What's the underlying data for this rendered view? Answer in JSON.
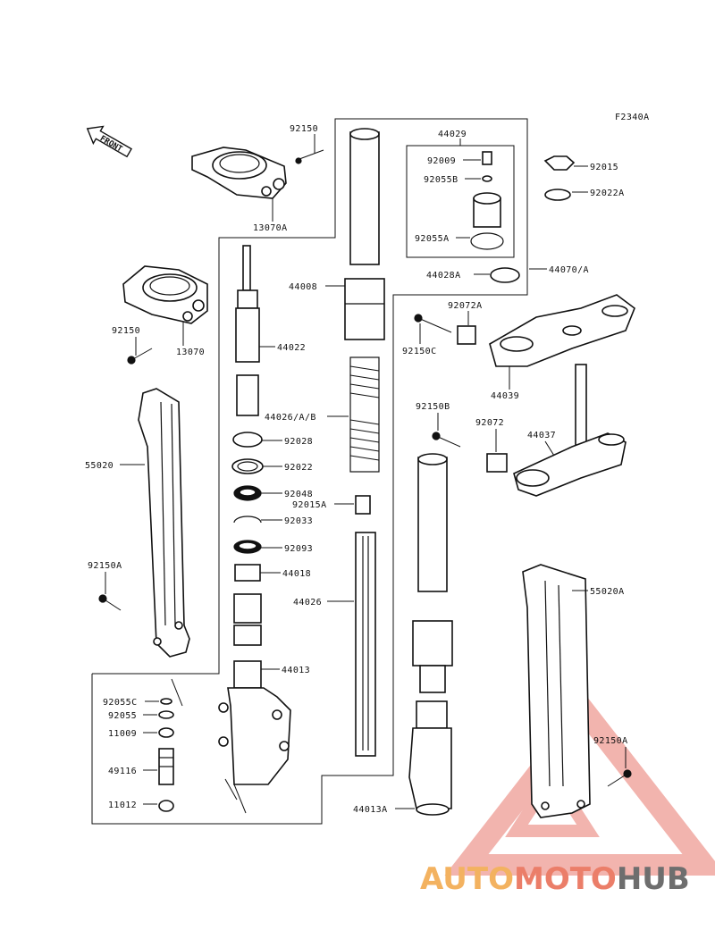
{
  "figure_code": "F2340A",
  "front_label": "FRONT",
  "parts": {
    "p92150_top": "92150",
    "p13070A": "13070A",
    "p92150_left": "92150",
    "p13070": "13070",
    "p55020": "55020",
    "p92150A_left": "92150A",
    "p44022": "44022",
    "p92028": "92028",
    "p92022": "92022",
    "p92048": "92048",
    "p92033": "92033",
    "p92093": "92093",
    "p44018": "44018",
    "p44013": "44013",
    "p92055C": "92055C",
    "p92055": "92055",
    "p11009": "11009",
    "p49116": "49116",
    "p11012": "11012",
    "p44029": "44029",
    "p92009": "92009",
    "p92055B": "92055B",
    "p92055A": "92055A",
    "p44028A": "44028A",
    "p44070A": "44070/A",
    "p44008": "44008",
    "p44026AB": "44026/A/B",
    "p92015A": "92015A",
    "p44026": "44026",
    "p44013A": "44013A",
    "p92015": "92015",
    "p92022A": "92022A",
    "p92072A": "92072A",
    "p92150C": "92150C",
    "p44039": "44039",
    "p92150B": "92150B",
    "p92072": "92072",
    "p44037": "44037",
    "p55020A": "55020A",
    "p92150A_right": "92150A"
  },
  "watermark": {
    "part1": "AUTO",
    "part2": "MOTO",
    "part3": "HUB",
    "color1": "#f2a545",
    "color2": "#e8684f",
    "color3": "#555555"
  }
}
